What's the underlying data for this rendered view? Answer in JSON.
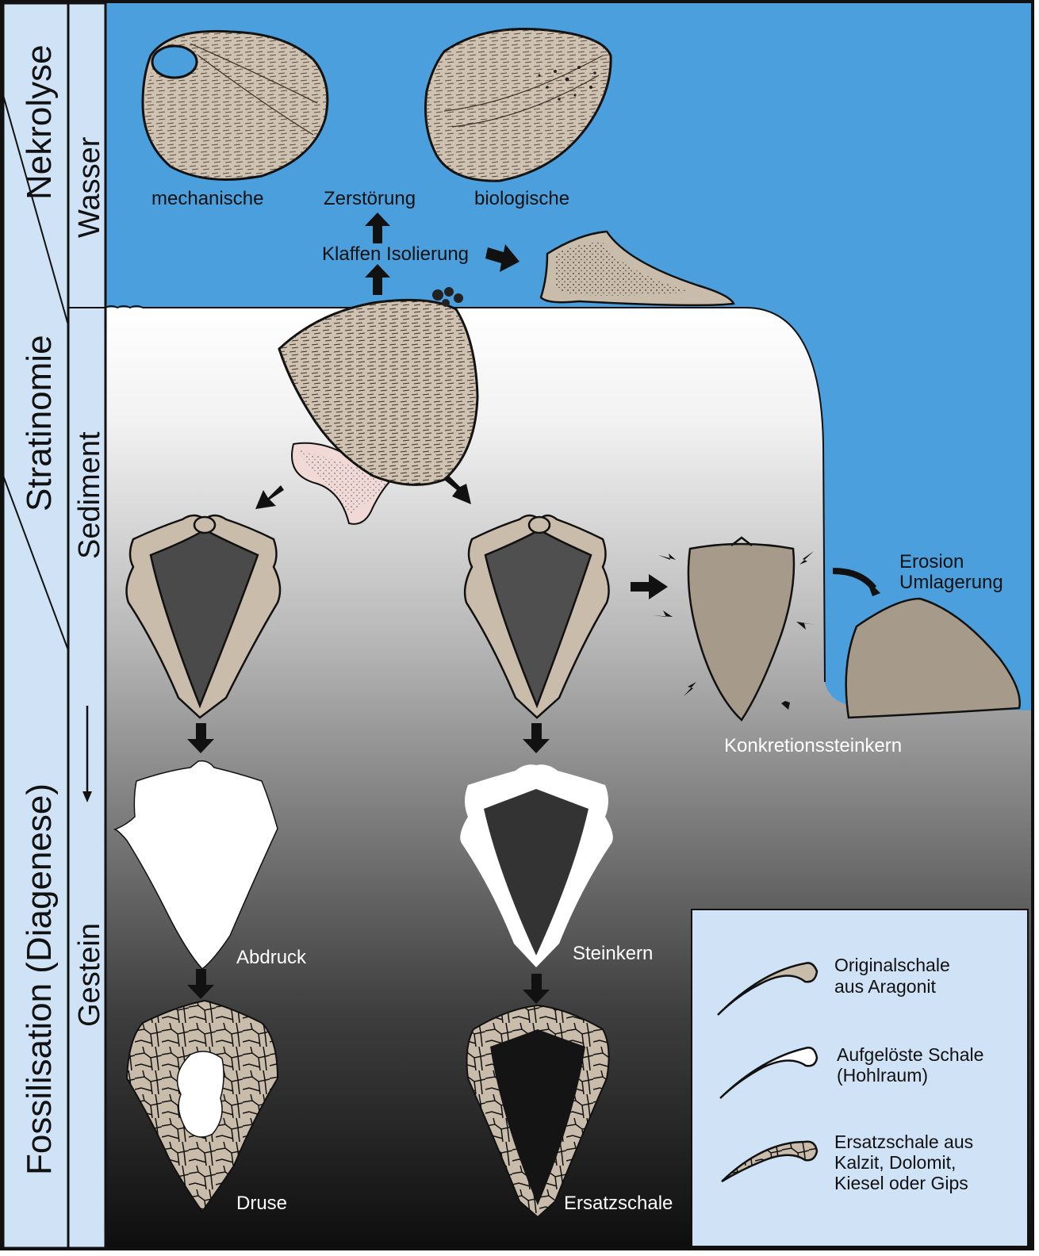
{
  "phases": {
    "nekrolyse": "Nekrolyse",
    "stratinomie": "Stratinomie",
    "fossilisation": "Fossilisation (Diagenese)"
  },
  "environments": {
    "wasser": "Wasser",
    "sediment": "Sediment",
    "gestein": "Gestein"
  },
  "labels": {
    "mechanische": "mechanische",
    "zerstoerung": "Zerstörung",
    "biologische": "biologische",
    "klaffen_isolierung": "Klaffen Isolierung",
    "erosion": "Erosion",
    "umlagerung": "Umlagerung",
    "konkretionssteinkern": "Konkretionssteinkern",
    "abdruck": "Abdruck",
    "steinkern": "Steinkern",
    "druse": "Druse",
    "ersatzschale": "Ersatzschale"
  },
  "legend": {
    "original": [
      "Originalschale",
      "aus Aragonit"
    ],
    "aufgeloest": [
      "Aufgelöste Schale",
      "(Hohlraum)"
    ],
    "ersatz": [
      "Ersatzschale aus",
      "Kalzit, Dolomit,",
      "Kiesel oder Gips"
    ]
  },
  "colors": {
    "water": "#4b9fdc",
    "column_bg": "#cfe2f6",
    "shell": "#c9bcab",
    "legend_bg": "#cfe2f6",
    "sediment_top": "#ffffff",
    "rock_bottom": "#111111"
  }
}
